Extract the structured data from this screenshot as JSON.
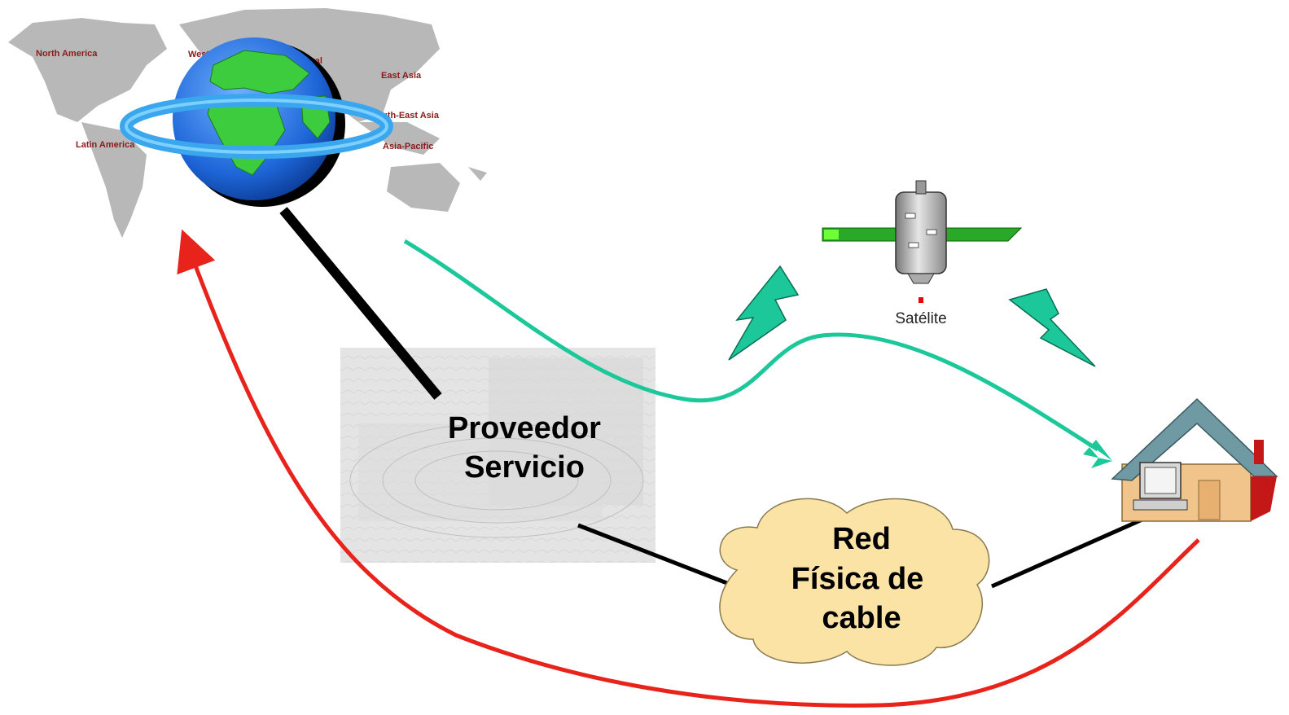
{
  "world_map": {
    "regions": [
      "North America",
      "West Europe",
      "Central",
      "East Asia",
      "South-East Asia",
      "Latin America",
      "Asia-Pacific"
    ]
  },
  "labels": {
    "provider_line1": "Proveedor",
    "provider_line2": "Servicio",
    "satellite": "Satélite",
    "network_line1": "Red",
    "network_line2": "Física de",
    "network_line3": "cable"
  },
  "icons": [
    "globe-icon",
    "satellite-icon",
    "house-icon",
    "computer-icon",
    "lightning-icon",
    "cloud-icon",
    "world-map-icon"
  ],
  "colors": {
    "upload_path": "#e8231c",
    "satellite_path": "#1cc79a",
    "cable": "#000000",
    "cloud_fill": "#fbe3a6",
    "globe_ocean": "#2a7de1",
    "globe_land": "#3dcc3d"
  }
}
